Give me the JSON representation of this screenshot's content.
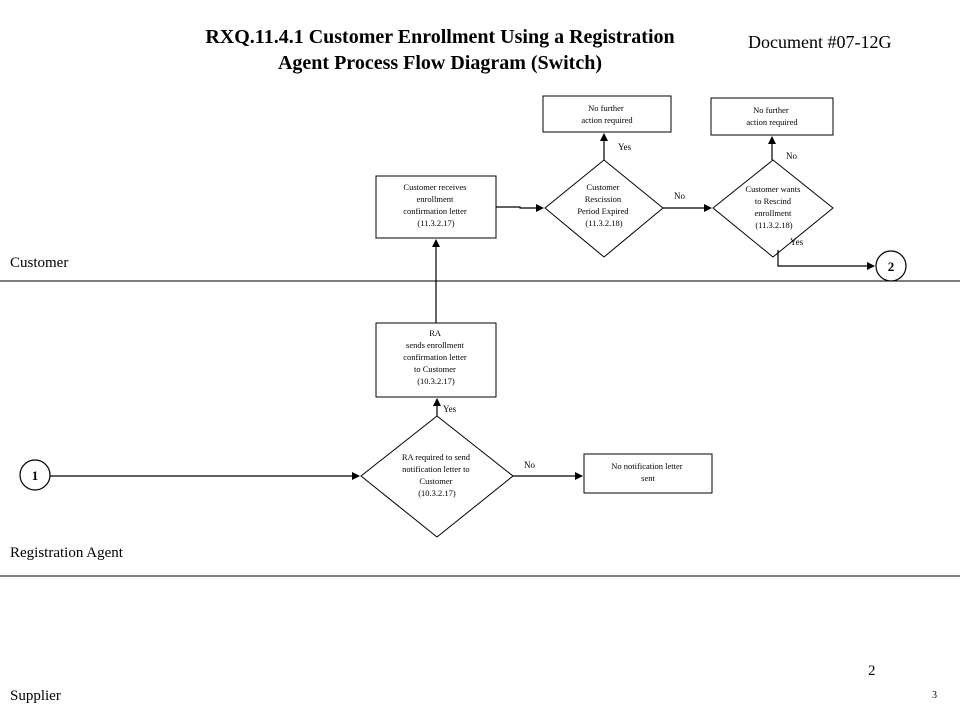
{
  "title_line1": "RXQ.11.4.1 Customer Enrollment Using a Registration",
  "title_line2": "Agent Process Flow Diagram (Switch)",
  "document_number": "Document #07-12G",
  "lanes": {
    "customer": "Customer",
    "registration_agent": "Registration Agent",
    "supplier": "Supplier"
  },
  "connectors": {
    "start": "1",
    "end": "2"
  },
  "nodes": {
    "ra_required": [
      "RA required to send",
      "notification letter to",
      "Customer",
      "(10.3.2.17)"
    ],
    "no_notification": [
      "No notification letter",
      "sent"
    ],
    "ra_sends": [
      "RA",
      "sends enrollment",
      "confirmation letter",
      "to Customer",
      "(10.3.2.17)"
    ],
    "customer_receives": [
      "Customer receives",
      "enrollment",
      "confirmation letter",
      "(11.3.2.17)"
    ],
    "rescission_expired": [
      "Customer",
      "Rescission",
      "Period Expired",
      "(11.3.2.18)"
    ],
    "no_further_1": [
      "No further",
      "action required"
    ],
    "wants_rescind": [
      "Customer wants",
      "to Rescind",
      "enrollment",
      "(11.3.2.18)"
    ],
    "no_further_2": [
      "No further",
      "action required"
    ]
  },
  "edge_labels": {
    "ra_required_yes": "Yes",
    "ra_required_no": "No",
    "rescission_yes": "Yes",
    "rescission_no": "No",
    "rescind_no": "No",
    "rescind_yes": "Yes"
  },
  "page_numbers": {
    "large": "2",
    "small": "3"
  }
}
